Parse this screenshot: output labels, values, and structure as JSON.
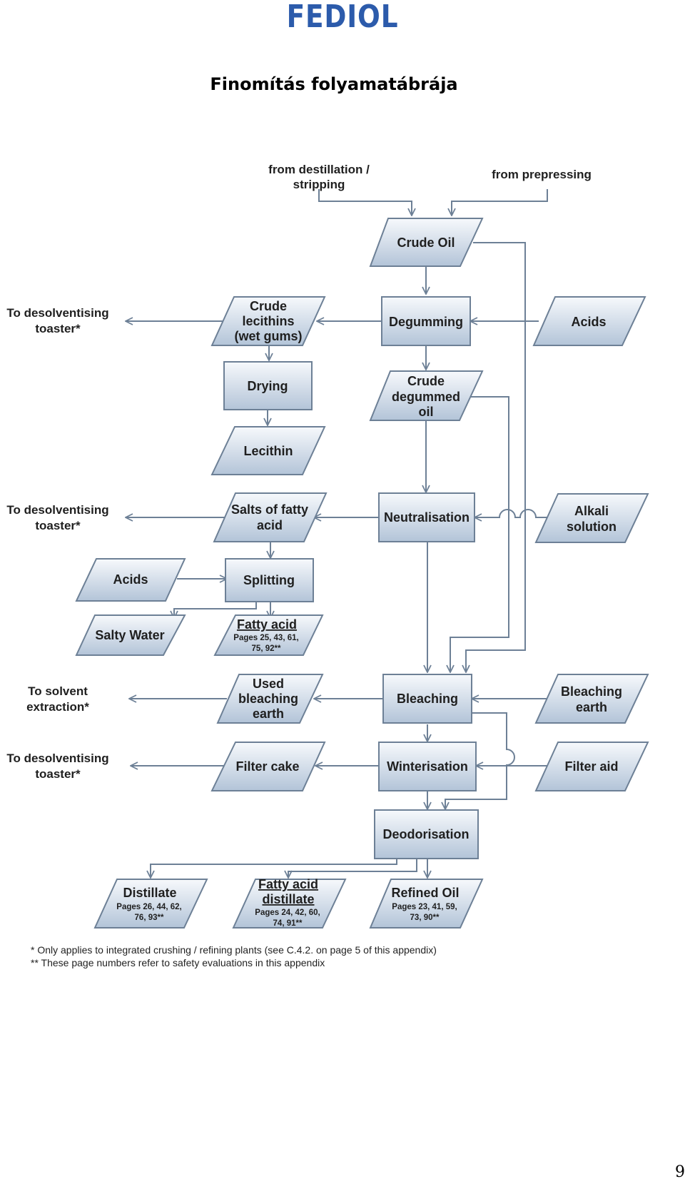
{
  "header": {
    "logo": "FEDIOL",
    "title": "Finomítás folyamatábrája"
  },
  "page_number": "9",
  "colors": {
    "node_fill_top": "#f7f9fc",
    "node_fill_bottom": "#b3c4d8",
    "edge": "#6d8096",
    "logo": "#2c5bab"
  },
  "sources": {
    "distillation": [
      "from destillation /",
      "stripping"
    ],
    "prepressing": [
      "from prepressing"
    ]
  },
  "nodes": {
    "crude_oil": [
      "Crude Oil"
    ],
    "degumming": [
      "Degumming"
    ],
    "acids_top": [
      "Acids"
    ],
    "crude_lecithins": [
      "Crude",
      "lecithins",
      "(wet gums)"
    ],
    "drying": [
      "Drying"
    ],
    "lecithin": [
      "Lecithin"
    ],
    "crude_degummed_oil": [
      "Crude",
      "degummed",
      "oil"
    ],
    "neutralisation": [
      "Neutralisation"
    ],
    "alkali_solution": [
      "Alkali",
      "solution"
    ],
    "salts_fatty_acid": [
      "Salts of fatty",
      "acid"
    ],
    "splitting": [
      "Splitting"
    ],
    "acids_left": [
      "Acids"
    ],
    "salty_water": [
      "Salty Water"
    ],
    "fatty_acid": {
      "title": "Fatty acid",
      "pages": [
        "Pages 25, 43, 61,",
        "75, 92**"
      ]
    },
    "bleaching": [
      "Bleaching"
    ],
    "bleaching_earth": [
      "Bleaching",
      "earth"
    ],
    "used_bleaching_earth": [
      "Used",
      "bleaching",
      "earth"
    ],
    "winterisation": [
      "Winterisation"
    ],
    "filter_aid": [
      "Filter aid"
    ],
    "filter_cake": [
      "Filter cake"
    ],
    "deodorisation": [
      "Deodorisation"
    ],
    "distillate": {
      "title": "Distillate",
      "pages": [
        "Pages 26, 44, 62,",
        "76, 93**"
      ]
    },
    "fatty_acid_distillate": {
      "title": [
        "Fatty acid",
        "distillate"
      ],
      "pages": [
        "Pages 24, 42, 60,",
        "74, 91**"
      ]
    },
    "refined_oil": {
      "title": "Refined Oil",
      "pages": [
        "Pages 23, 41, 59,",
        "73, 90**"
      ]
    }
  },
  "outputs": {
    "to_desolventising_1": [
      "To desolventising",
      "toaster*"
    ],
    "to_desolventising_2": [
      "To desolventising",
      "toaster*"
    ],
    "to_solvent_extraction": [
      "To solvent",
      "extraction*"
    ],
    "to_desolventising_3": [
      "To desolventising",
      "toaster*"
    ]
  },
  "footnotes": [
    "* Only applies to integrated crushing / refining plants (see C.4.2. on page 5 of this appendix)",
    "** These page numbers refer to safety evaluations in this appendix"
  ]
}
